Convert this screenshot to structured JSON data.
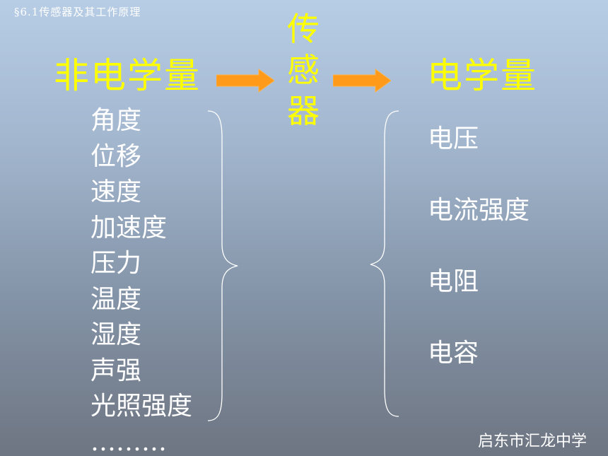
{
  "header": {
    "section": "§6.1传感器及其工作原理"
  },
  "left_title": "非电学量",
  "sensor": [
    "传",
    "感",
    "器"
  ],
  "right_title": "电学量",
  "non_electrical": [
    "角度",
    "位移",
    "速度",
    "加速度",
    "压力",
    "温度",
    "湿度",
    "声强",
    "光照强度",
    "………"
  ],
  "electrical": [
    "电压",
    "电流强度",
    "电阻",
    "电容"
  ],
  "footer": "启东市汇龙中学",
  "colors": {
    "title_yellow": "#ffff00",
    "arrow_orange": "#ff9a1a",
    "text_white": "#ffffff",
    "bg_top": "#b7cde6",
    "bg_bottom": "#6e7582"
  }
}
